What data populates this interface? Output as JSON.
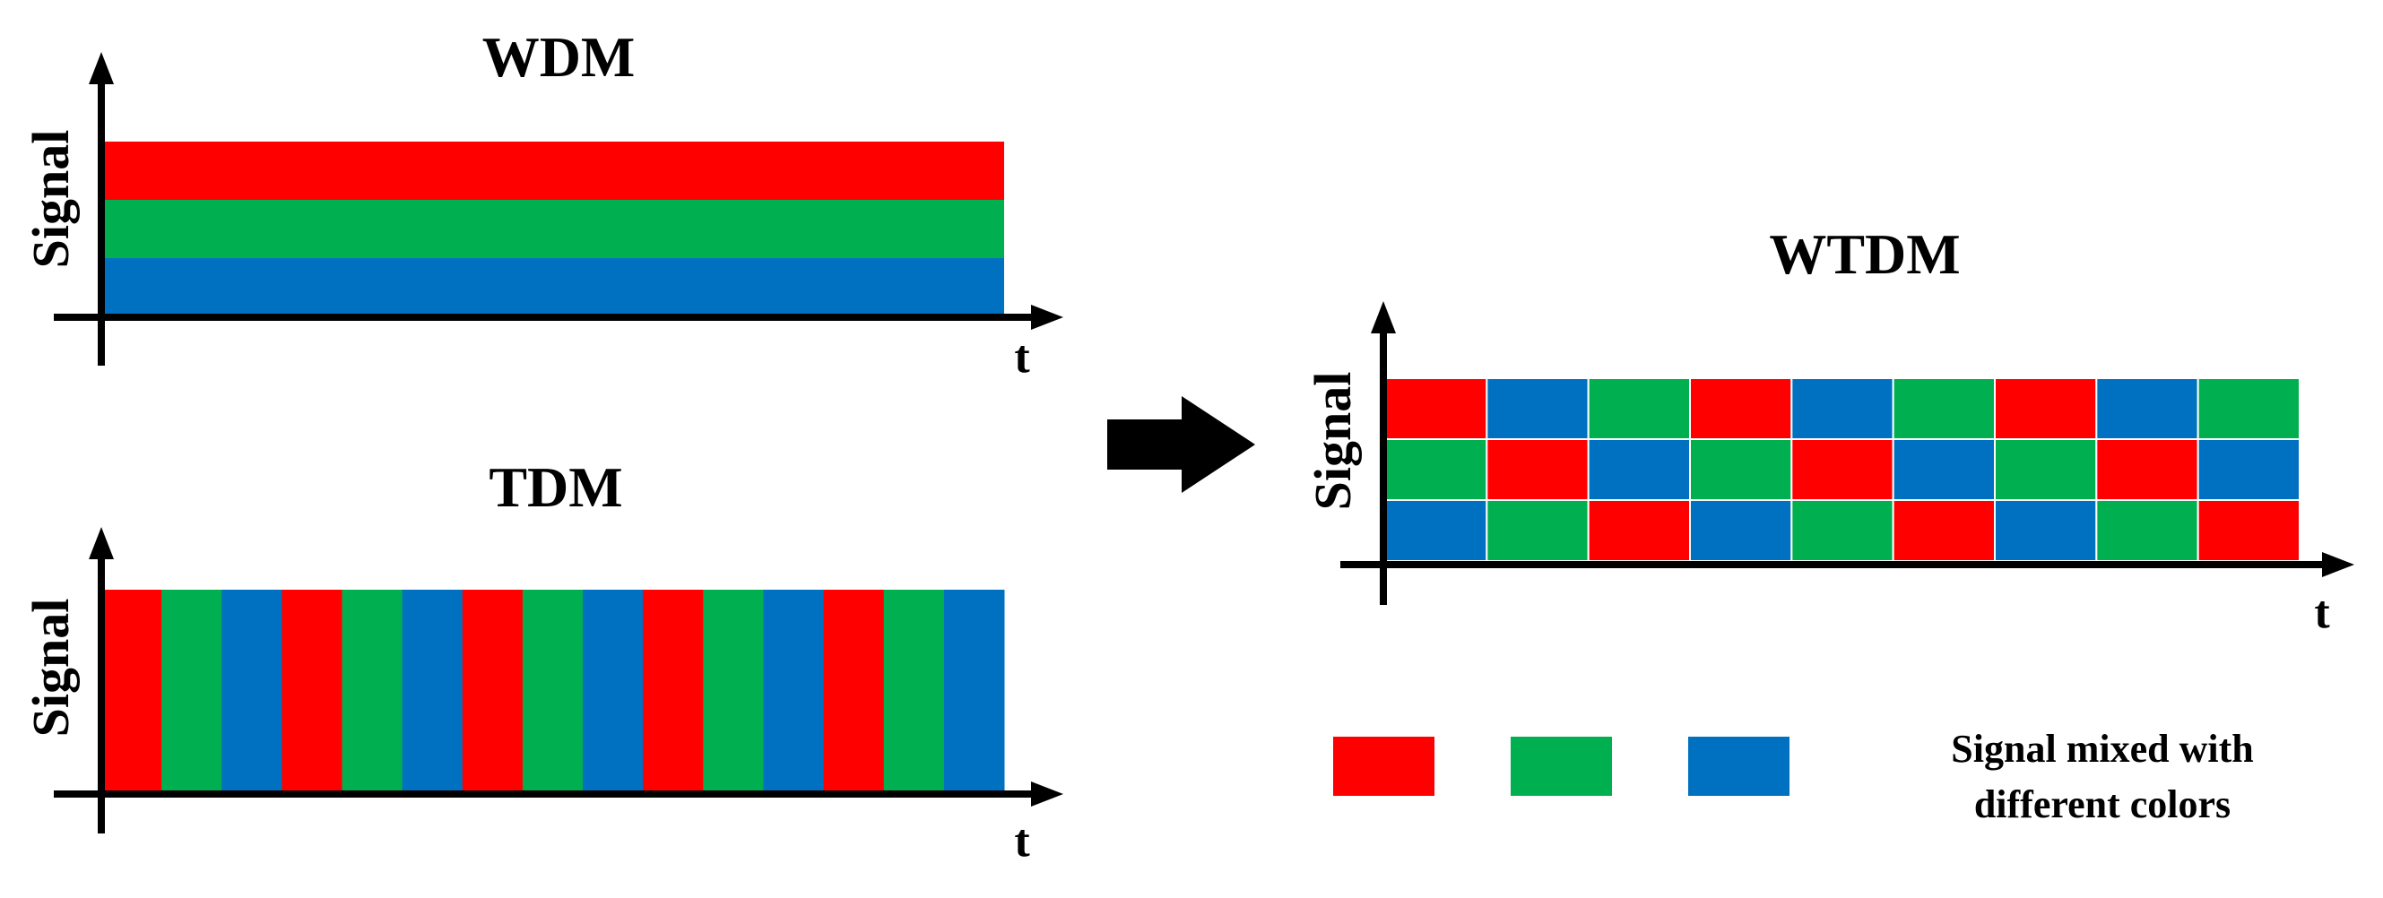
{
  "colors": {
    "red": "#FF0000",
    "green": "#00B050",
    "blue": "#0070C0",
    "axis": "#000000"
  },
  "wdm": {
    "title": "WDM",
    "ylabel": "Signal",
    "xlabel": "t",
    "bands": [
      "red",
      "green",
      "blue"
    ]
  },
  "tdm": {
    "title": "TDM",
    "ylabel": "Signal",
    "xlabel": "t",
    "slots": [
      "red",
      "green",
      "blue",
      "red",
      "green",
      "blue",
      "red",
      "green",
      "blue",
      "red",
      "green",
      "blue",
      "red",
      "green",
      "blue"
    ]
  },
  "wtdm": {
    "title": "WTDM",
    "ylabel": "Signal",
    "xlabel": "t",
    "grid": [
      [
        "red",
        "blue",
        "green",
        "red",
        "blue",
        "green",
        "red",
        "blue",
        "green"
      ],
      [
        "green",
        "red",
        "blue",
        "green",
        "red",
        "blue",
        "green",
        "red",
        "blue"
      ],
      [
        "blue",
        "green",
        "red",
        "blue",
        "green",
        "red",
        "blue",
        "green",
        "red"
      ]
    ]
  },
  "arrow": {
    "icon": "right-arrow-icon"
  },
  "legend": {
    "swatches": [
      "red",
      "green",
      "blue"
    ],
    "label_line1": "Signal mixed with",
    "label_line2": "different colors"
  }
}
